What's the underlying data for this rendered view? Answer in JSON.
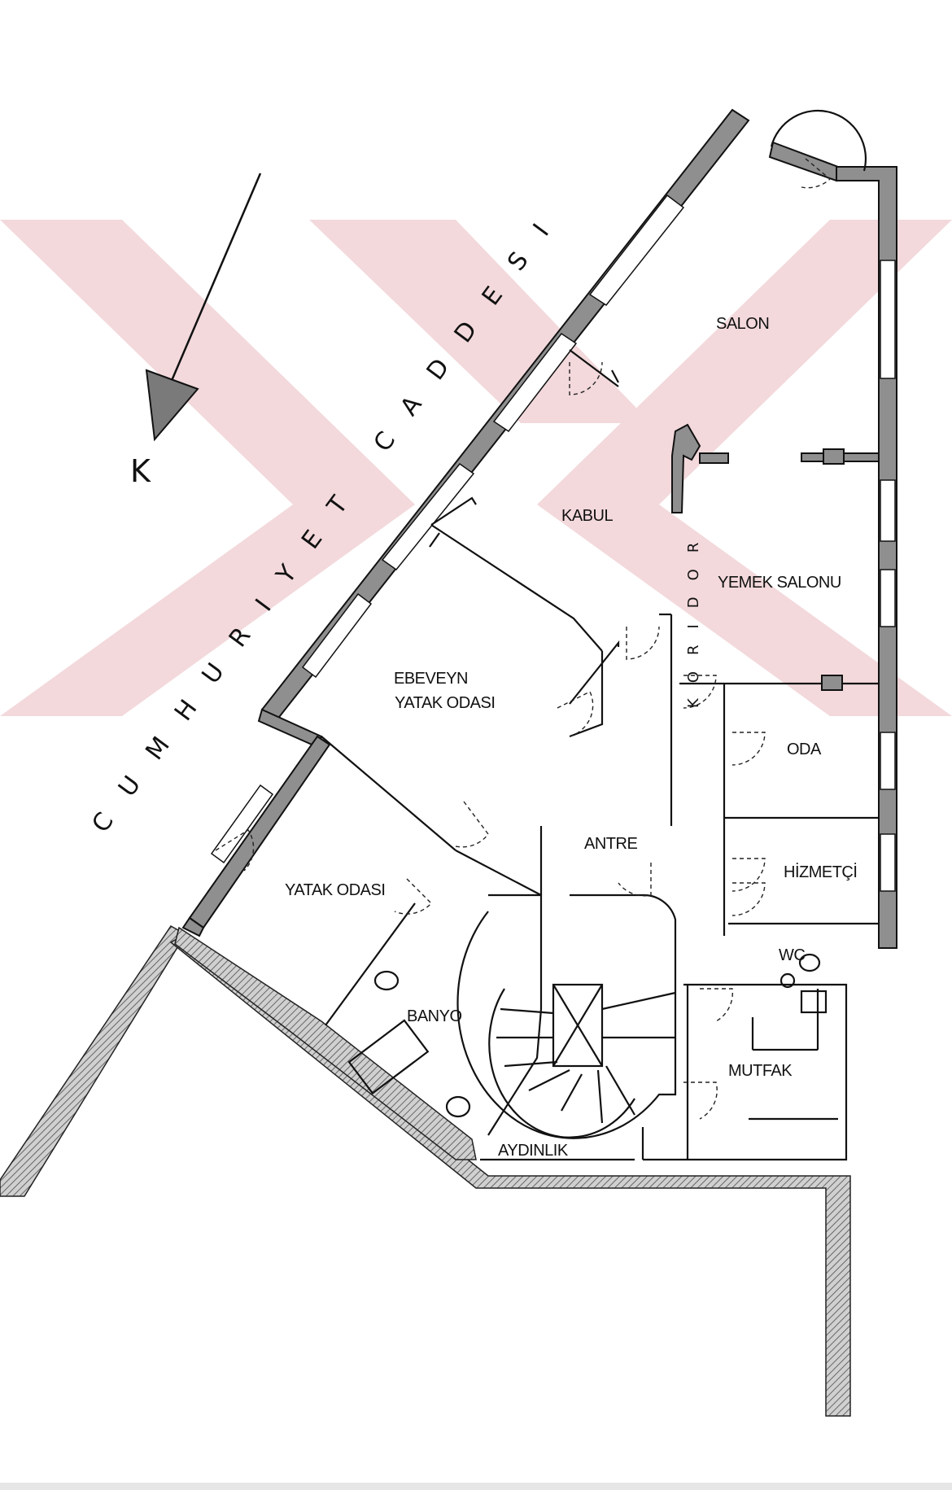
{
  "street_name": "CUMHURIYET CADDESI",
  "north_label": "K",
  "corridor_label": "KORIDOR",
  "rooms": {
    "salon": "SALON",
    "kabul": "KABUL",
    "yemek_salonu": "YEMEK SALONU",
    "ebeveyn_line1": "EBEVEYN",
    "ebeveyn_line2": "YATAK ODASI",
    "oda": "ODA",
    "antre": "ANTRE",
    "hizmetci": "HİZMETÇİ",
    "yatak_odasi": "YATAK ODASI",
    "wc": "WC",
    "banyo": "BANYO",
    "mutfak": "MUTFAK",
    "aydinlik": "AYDINLIK"
  },
  "colors": {
    "watermark": "#f3d9dc",
    "wall": "#8f8f8f",
    "line": "#111111"
  }
}
